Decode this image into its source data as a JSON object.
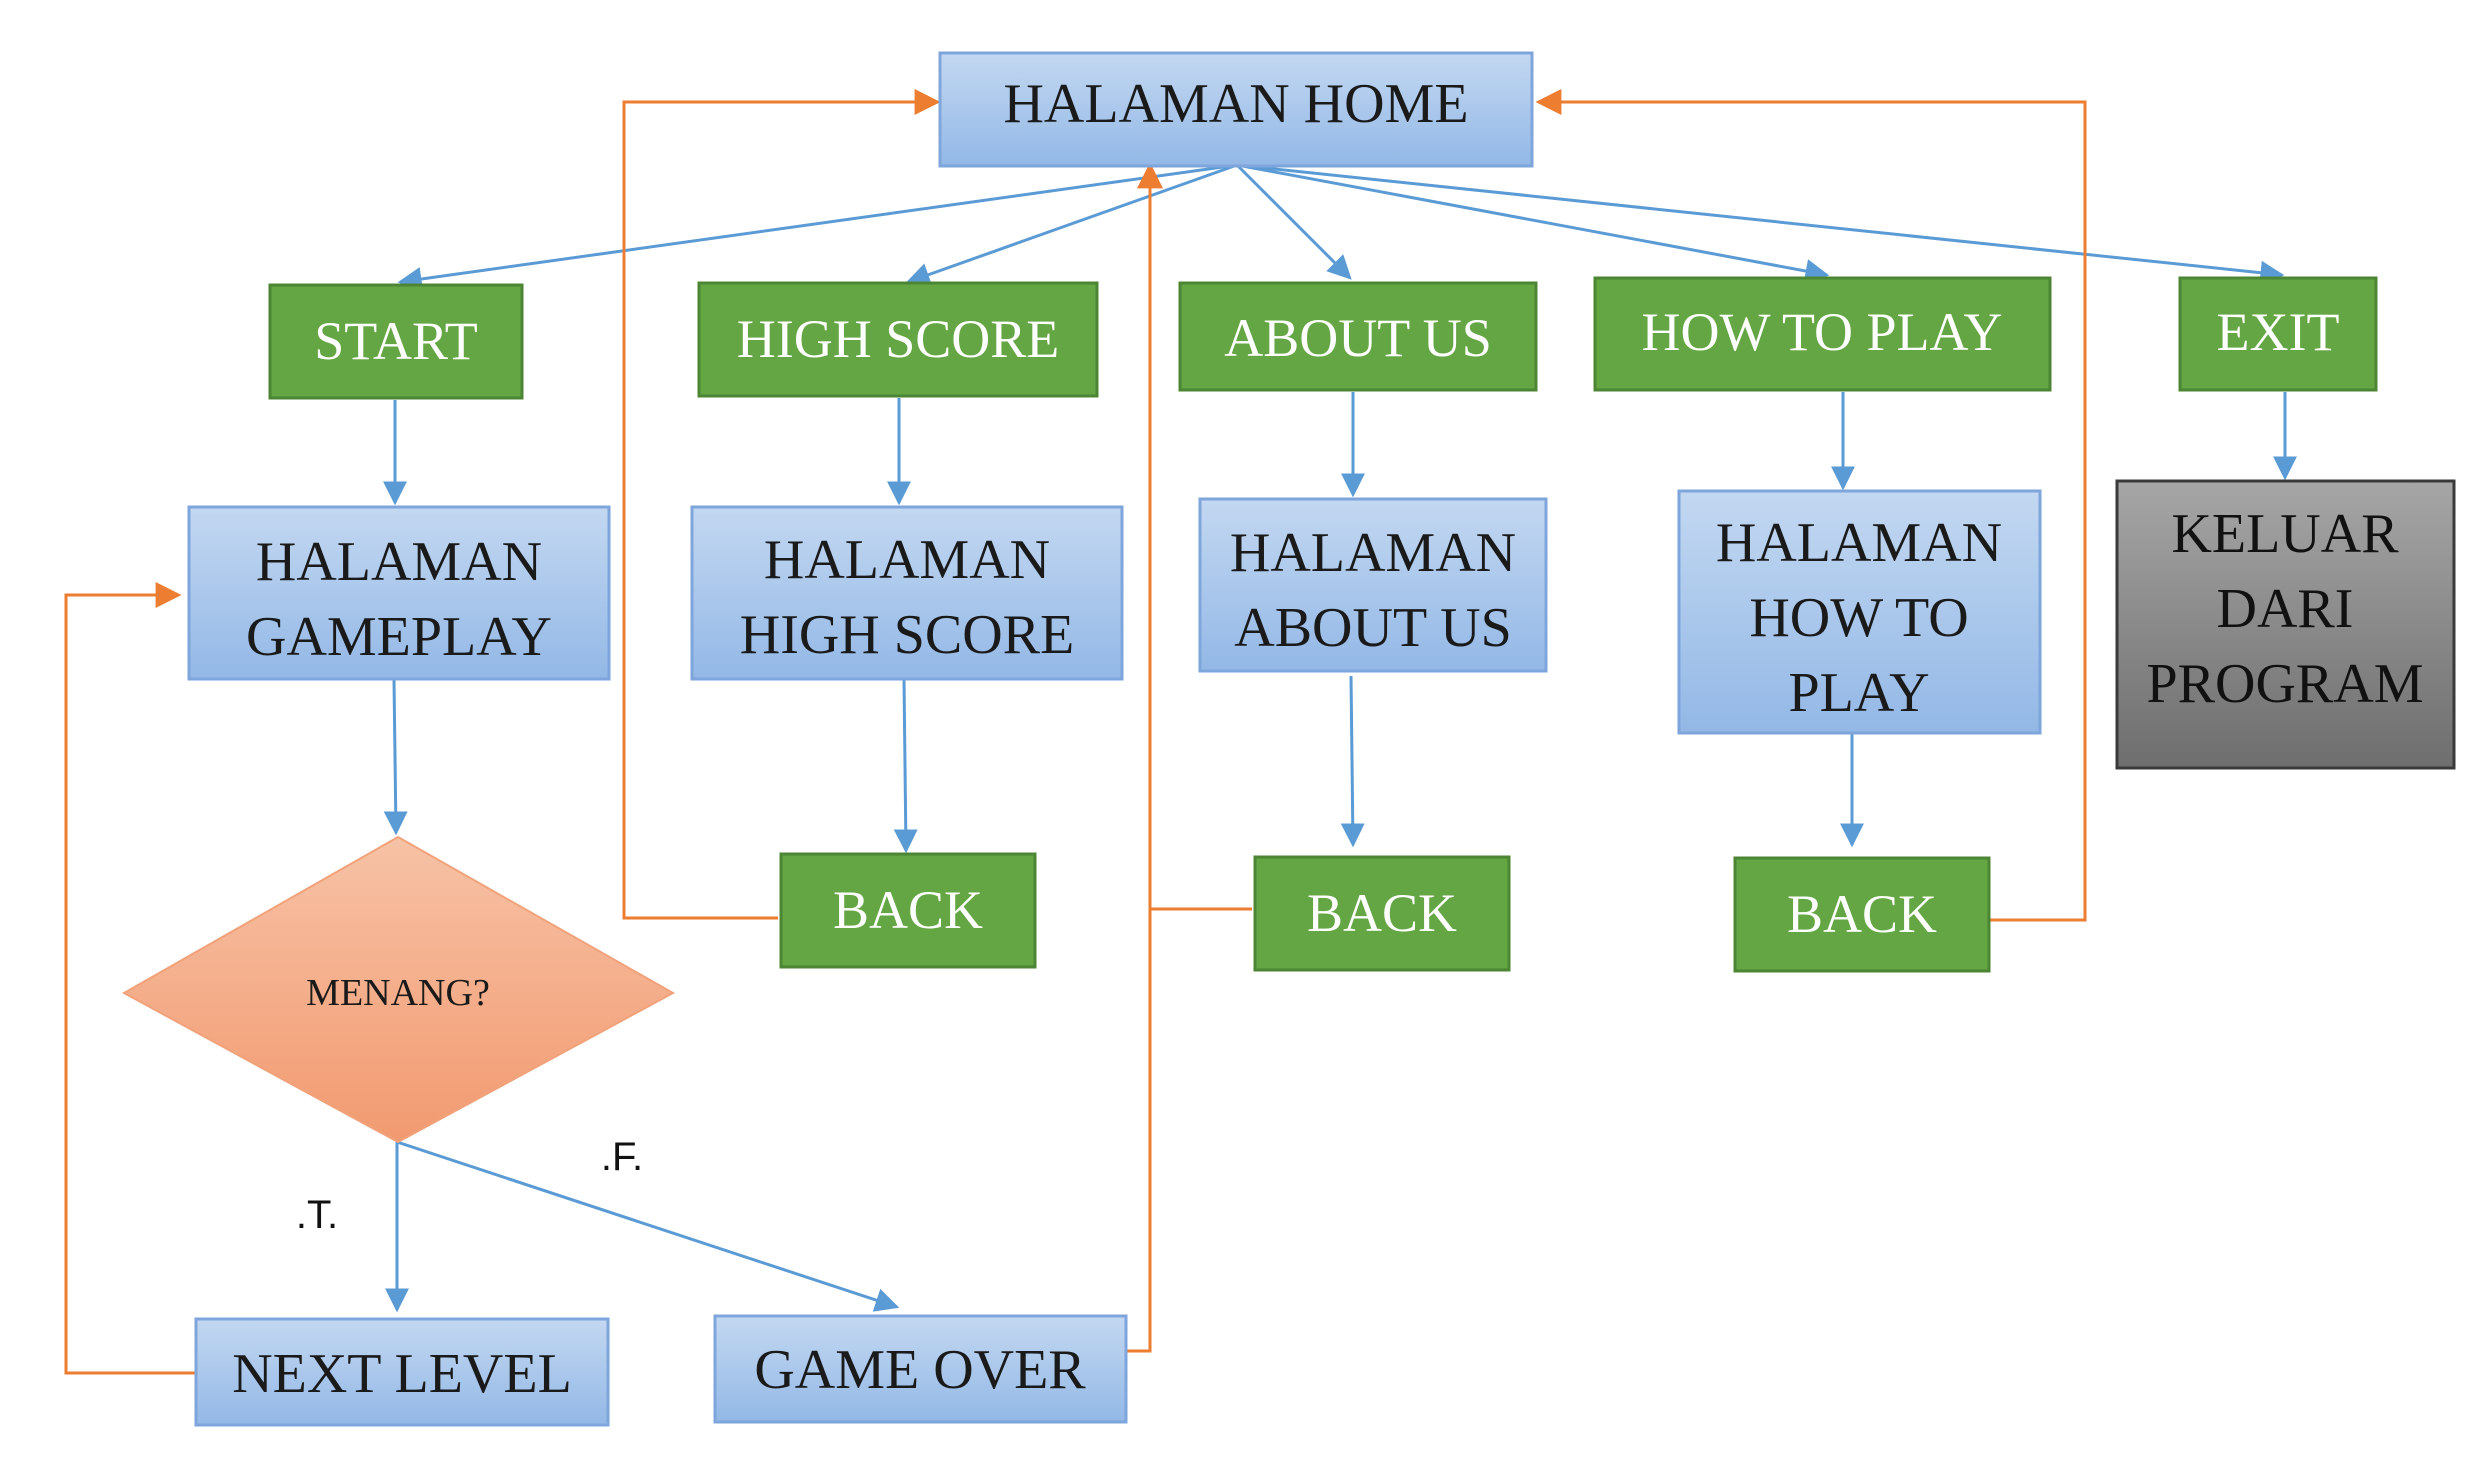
{
  "colors": {
    "blue_fill_top": "#c3d8f1",
    "blue_fill_bottom": "#93b8e6",
    "blue_stroke": "#7ea6dc",
    "green_fill": "#64a643",
    "green_stroke": "#4c8533",
    "gray_fill_top": "#a6a6a6",
    "gray_fill_bottom": "#6e6e6e",
    "gray_stroke": "#3a3a3a",
    "diamond_fill_top": "#f7c2a6",
    "diamond_fill_bottom": "#f29a70",
    "blue_arrow": "#5b9bd5",
    "orange_arrow": "#ed7d31"
  },
  "nodes": {
    "halaman_home": "HALAMAN HOME",
    "start": "START",
    "high_score": "HIGH SCORE",
    "about_us": "ABOUT US",
    "how_to_play": "HOW TO PLAY",
    "exit": "EXIT",
    "halaman_gameplay": [
      "HALAMAN",
      "GAMEPLAY"
    ],
    "halaman_high_score": [
      "HALAMAN",
      "HIGH SCORE"
    ],
    "halaman_about_us": [
      "HALAMAN",
      "ABOUT US"
    ],
    "halaman_how_to_play": [
      "HALAMAN",
      "HOW TO",
      "PLAY"
    ],
    "keluar_dari_program": [
      "KELUAR",
      "DARI",
      "PROGRAM"
    ],
    "menang": "MENANG?",
    "back": "BACK",
    "next_level": "NEXT LEVEL",
    "game_over": "GAME OVER"
  },
  "labels": {
    "true_branch": ".T.",
    "false_branch": ".F."
  }
}
